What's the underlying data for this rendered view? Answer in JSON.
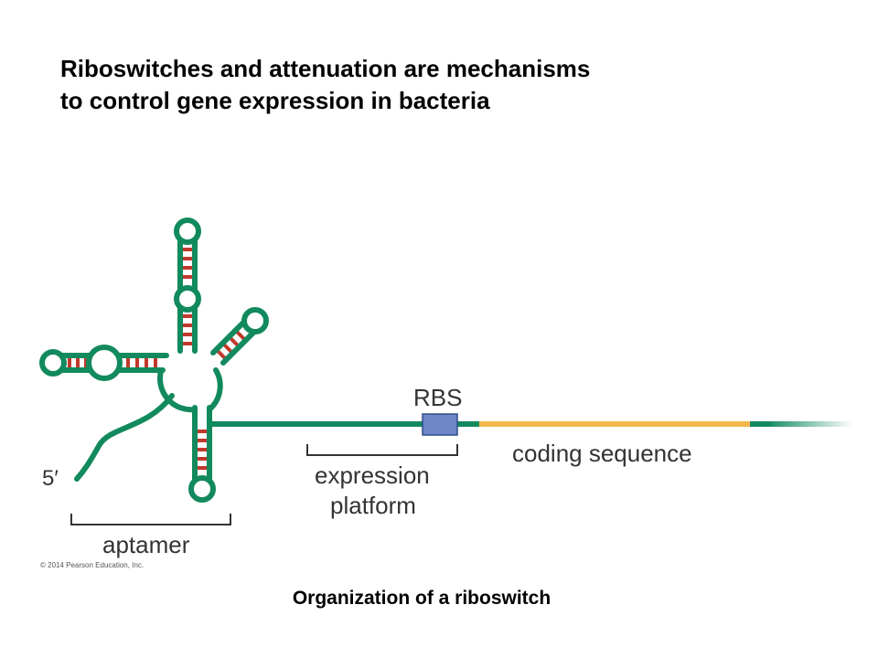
{
  "title": {
    "line1": "Riboswitches and attenuation are mechanisms",
    "line2": "to control gene expression in bacteria"
  },
  "labels": {
    "rbs": "RBS",
    "coding_sequence": "coding sequence",
    "expression_line1": "expression",
    "expression_line2": "platform",
    "aptamer": "aptamer",
    "five_prime": "5′"
  },
  "copyright": "© 2014 Pearson Education, Inc.",
  "caption": "Organization of a riboswitch",
  "colors": {
    "rna_strand": "#128a5e",
    "base_pairs": "#c0392b",
    "coding": "#f2b84b",
    "rbs_box": "#6f86c7"
  }
}
